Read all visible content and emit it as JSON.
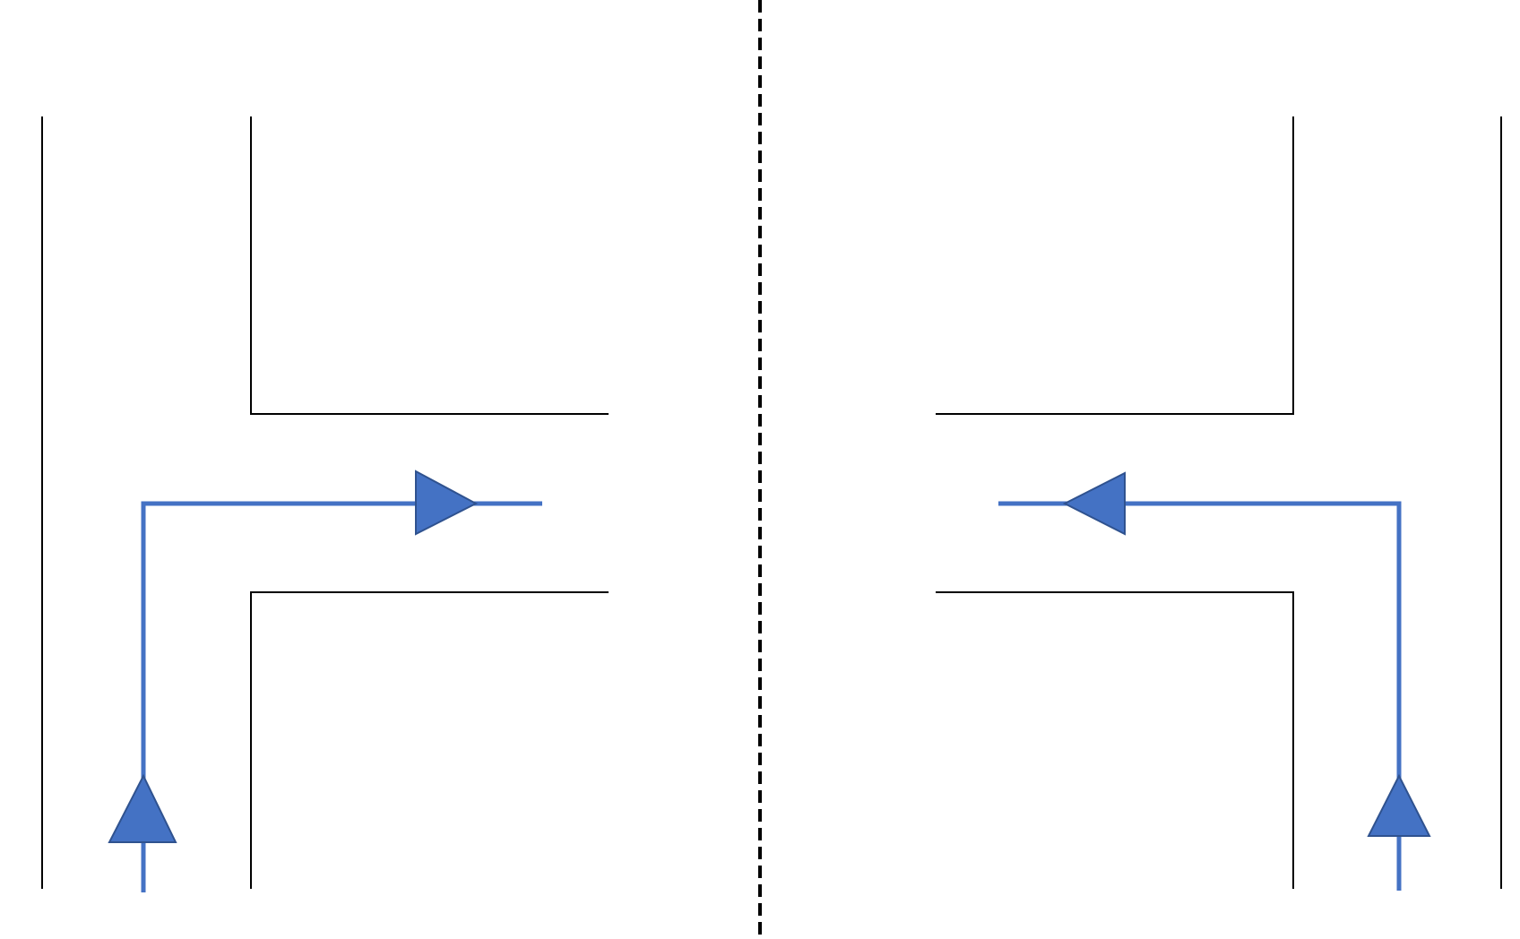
{
  "diagram": {
    "colors": {
      "background": "#ffffff",
      "road_edge": "#000000",
      "divider": "#000000",
      "route": "#4472c4",
      "arrow_fill": "#4472c4",
      "arrow_stroke": "#2f528f"
    },
    "panels": [
      {
        "name": "left-panel",
        "route": {
          "from": "south",
          "to": "east",
          "turn": "right"
        }
      },
      {
        "name": "right-panel",
        "route": {
          "from": "south",
          "to": "west",
          "turn": "left"
        }
      }
    ],
    "divider_style": "dashed"
  }
}
